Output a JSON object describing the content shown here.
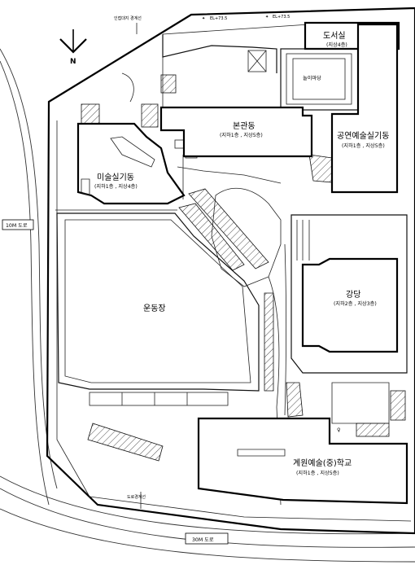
{
  "labels": {
    "neighbor_boundary": "인접대지 경계선",
    "elevation_1": "EL+73.5",
    "elevation_2": "EL+73.5",
    "road_boundary": "도로경계선",
    "road_10m": "10M 도로",
    "road_30m": "30M 도로",
    "north": "N"
  },
  "buildings": {
    "library": {
      "name": "도서실",
      "floors": "(지상4층)"
    },
    "plaza": {
      "name": "놀이마당"
    },
    "main": {
      "name": "본관동",
      "floors": "(지하1층 , 지상5층)"
    },
    "performing": {
      "name": "공연예술실기동",
      "floors": "(지하1층 , 지상5층)"
    },
    "art": {
      "name": "미술실기동",
      "floors": "(지하1층 , 지상4층)"
    },
    "auditorium": {
      "name": "강당",
      "floors": "(지하2층 , 지상3층)"
    },
    "field": {
      "name": "운동장"
    },
    "school": {
      "name": "계원예술(중)학교",
      "floors": "(지하1층 , 지상5층)"
    }
  }
}
